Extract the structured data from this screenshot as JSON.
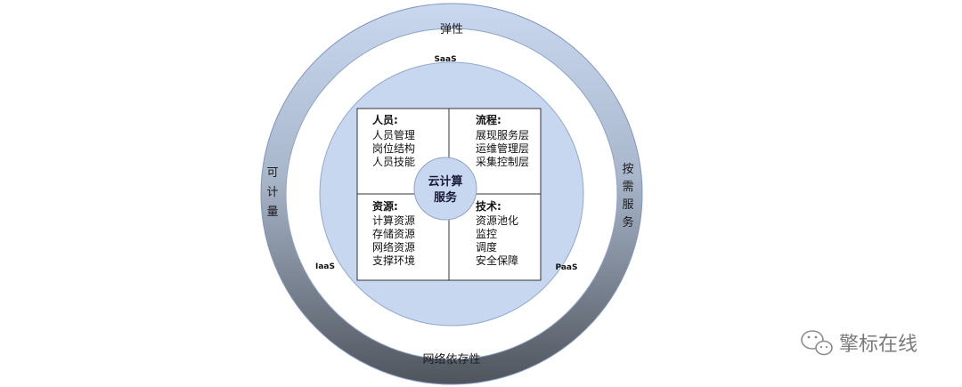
{
  "outer_ring": {
    "top": "弹性",
    "bottom": "网络依存性",
    "left": [
      "可",
      "计",
      "量"
    ],
    "right": [
      "按",
      "需",
      "服",
      "务"
    ]
  },
  "service_layers": {
    "saas": "SaaS",
    "iaas": "IaaS",
    "paas": "PaaS"
  },
  "center": {
    "line1": "云计算",
    "line2": "服务"
  },
  "quadrants": {
    "people": {
      "title": "人员:",
      "items": [
        "人员管理",
        "岗位结构",
        "人员技能"
      ]
    },
    "process": {
      "title": "流程:",
      "items": [
        "展现服务层",
        "运维管理层",
        "采集控制层"
      ]
    },
    "resources": {
      "title": "资源:",
      "items": [
        "计算资源",
        "存储资源",
        "网络资源",
        "支撑环境"
      ]
    },
    "technology": {
      "title": "技术:",
      "items": [
        "资源池化",
        "监控",
        "调度",
        "安全保障"
      ]
    }
  },
  "watermark": {
    "text": "擎标在线",
    "icon": "wechat-icon"
  },
  "colors": {
    "ring_top": "#c9d8ef",
    "ring_bottom": "#4f545c",
    "inner_disk": "#c6d7ef",
    "ring_stroke": "#7f96bd"
  }
}
